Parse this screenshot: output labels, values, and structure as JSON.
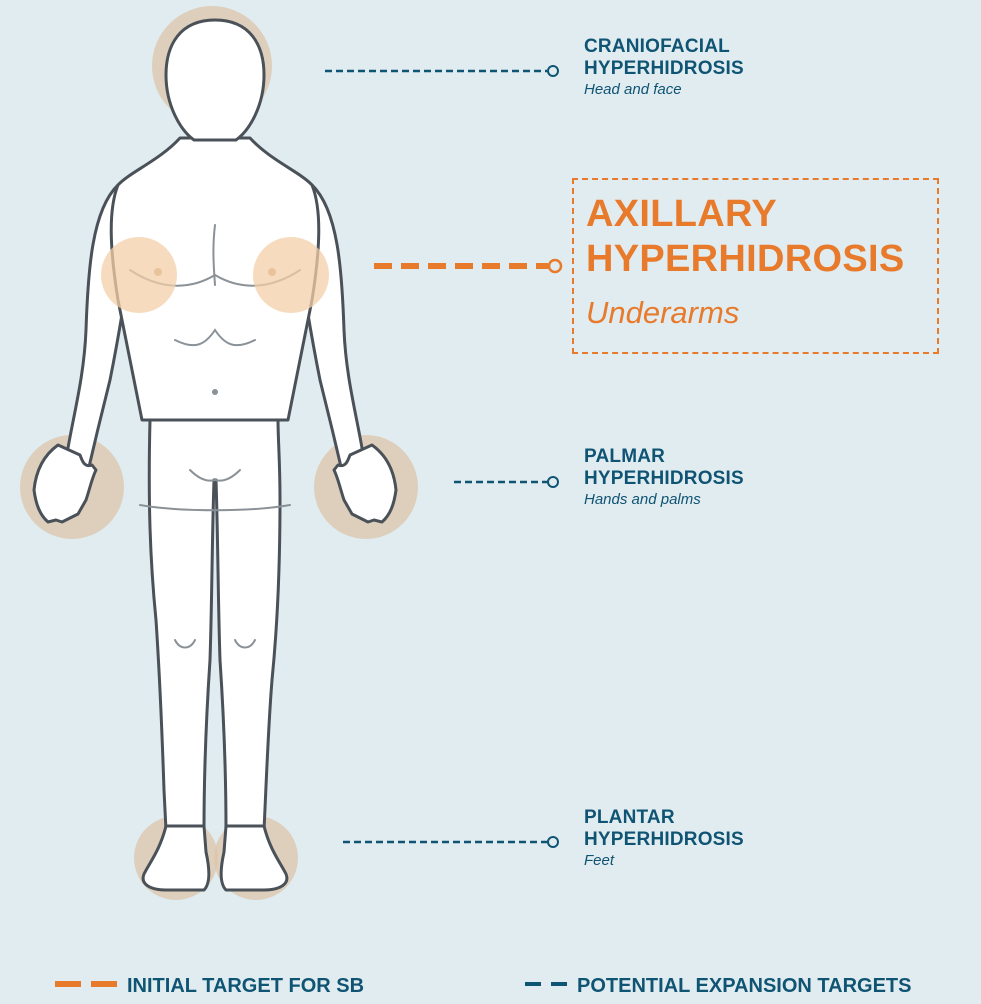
{
  "callouts": [
    {
      "id": "craniofacial",
      "title": "CRANIOFACIAL\nHYPERHIDROSIS",
      "subtitle": "Head and face"
    },
    {
      "id": "axillary",
      "title": "AXILLARY\nHYPERHIDROSIS",
      "subtitle": "Underarms"
    },
    {
      "id": "palmar",
      "title": "PALMAR\nHYPERHIDROSIS",
      "subtitle": "Hands and palms"
    },
    {
      "id": "plantar",
      "title": "PLANTAR\nHYPERHIDROSIS",
      "subtitle": "Feet"
    }
  ],
  "legend": {
    "initial": "INITIAL TARGET FOR SB",
    "expansion": "POTENTIAL EXPANSION TARGETS"
  },
  "colors": {
    "background": "#e1ecf1",
    "primary_text": "#0f5473",
    "accent": "#e87a2c",
    "body_fill": "#ffffff",
    "body_outline": "#4a5158",
    "highlight": "#f3cfa8",
    "expansion_highlight": "#d9c4a9"
  }
}
